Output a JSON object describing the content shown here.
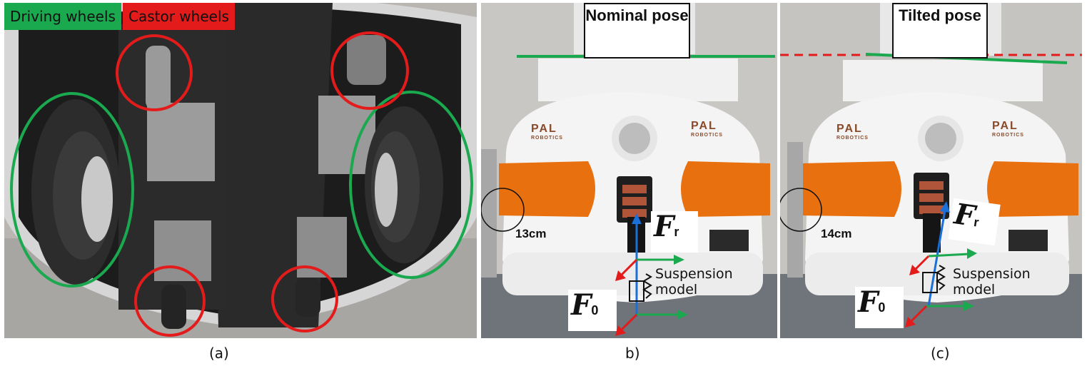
{
  "legend": {
    "driving": "Driving wheels",
    "castor": "Castor wheels",
    "driving_color": "#1aa94f",
    "castor_color": "#e31b1b"
  },
  "captions": {
    "a": "(a)",
    "b": "b)",
    "c": "(c)"
  },
  "panel_b": {
    "pose_label": "Nominal pose",
    "measurement": "13cm",
    "frame_top": "F",
    "frame_top_sub": "r",
    "frame_bottom": "F",
    "frame_bottom_sub": "0",
    "suspension": "Suspension model"
  },
  "panel_c": {
    "pose_label": "Tilted pose",
    "measurement": "14cm",
    "frame_top": "F",
    "frame_top_sub": "r",
    "frame_bottom": "F",
    "frame_bottom_sub": "0",
    "suspension": "Suspension model"
  },
  "brand": {
    "logo_text": "PAL",
    "logo_sub": "ROBOTICS"
  },
  "colors": {
    "orange": "#e9700f",
    "axis_blue": "#1b6fd8",
    "axis_green": "#1aa94f",
    "axis_red": "#e31b1b"
  }
}
